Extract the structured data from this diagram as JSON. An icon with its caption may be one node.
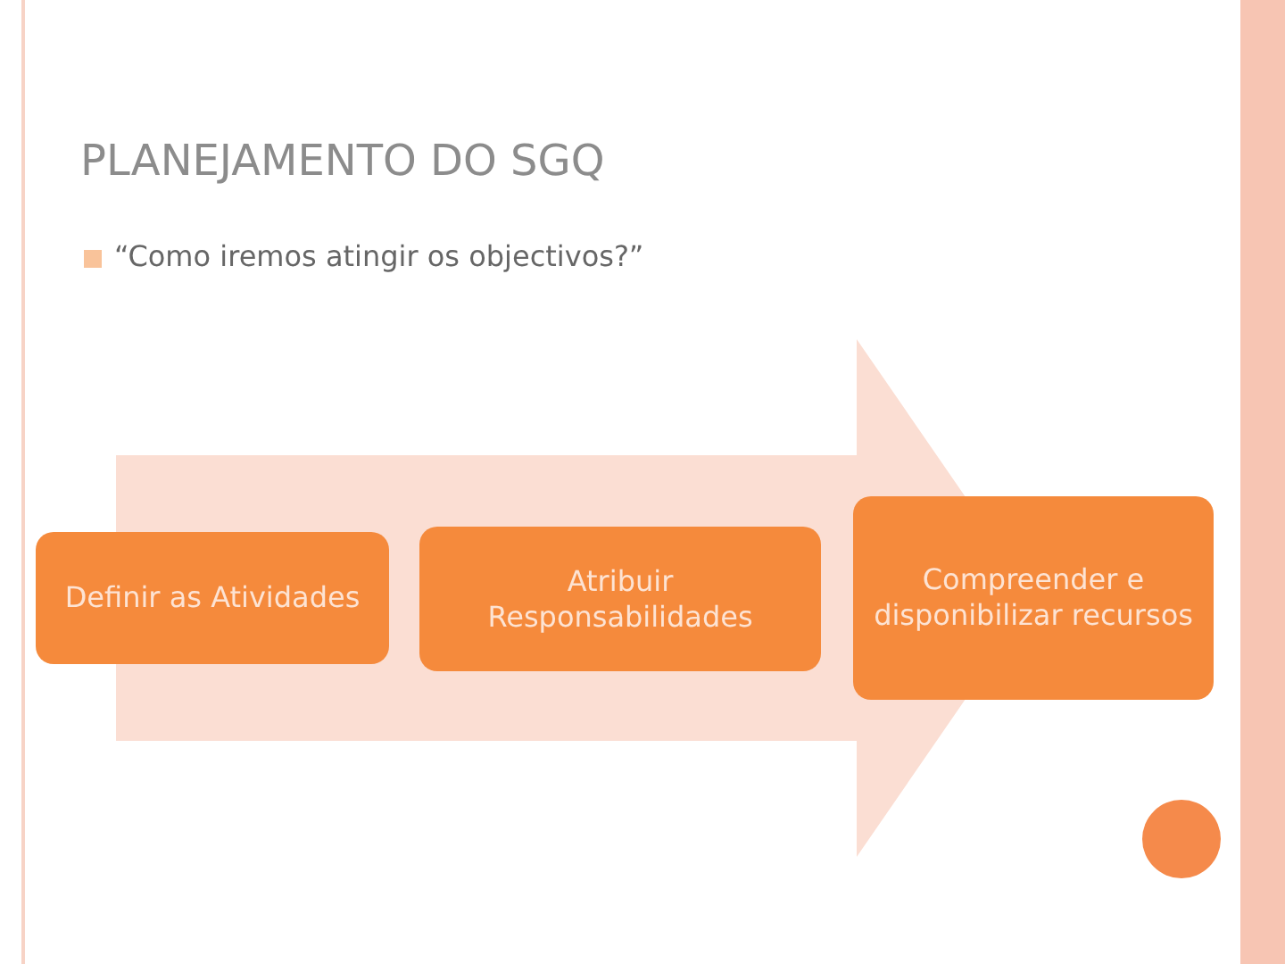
{
  "diagram": {
    "title": "PLANEJAMENTO DO SGQ",
    "nodes": [
      {
        "text": [
          "Definir as Atividades"
        ]
      },
      {
        "text": [
          "Atribuir Responsabilidades"
        ]
      },
      {
        "text": [
          "Compreender e disponibilizar recursos"
        ]
      }
    ],
    "labels": [
      "“Como iremos atingir os objectivos?”"
    ]
  }
}
